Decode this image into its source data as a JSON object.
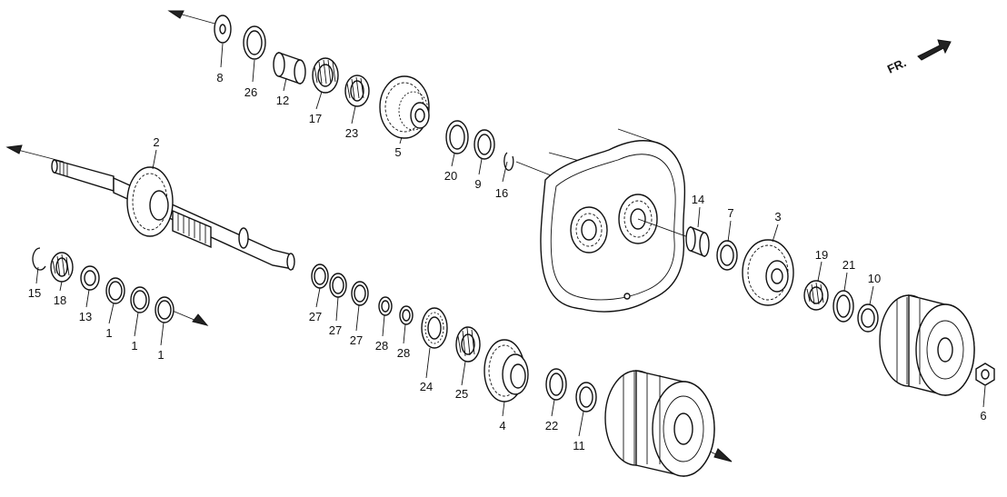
{
  "direction_label": "FR.",
  "callouts": {
    "c1a": "1",
    "c1b": "1",
    "c1c": "1",
    "c2": "2",
    "c3": "3",
    "c4": "4",
    "c5": "5",
    "c6": "6",
    "c7": "7",
    "c8": "8",
    "c9": "9",
    "c10": "10",
    "c11": "11",
    "c12": "12",
    "c13": "13",
    "c14": "14",
    "c15": "15",
    "c16": "16",
    "c17": "17",
    "c18": "18",
    "c19": "19",
    "c20": "20",
    "c21": "21",
    "c22": "22",
    "c23": "23",
    "c24": "24",
    "c25": "25",
    "c26": "26",
    "c27a": "27",
    "c27b": "27",
    "c27c": "27",
    "c28a": "28",
    "c28b": "28"
  }
}
